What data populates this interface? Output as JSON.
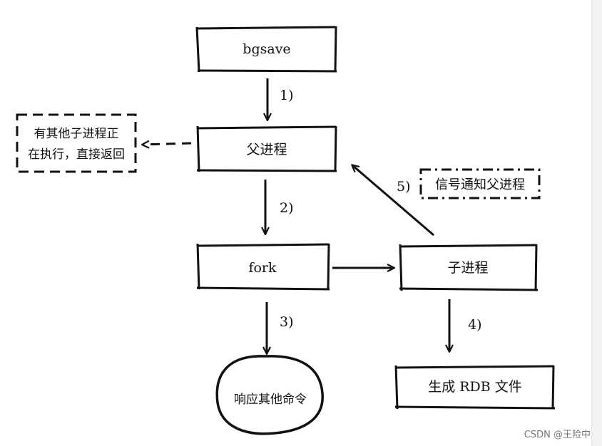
{
  "nodes": {
    "bgsave": "bgsave",
    "parent": "父进程",
    "fork": "fork",
    "child": "子进程",
    "rdb": "生成 RDB 文件",
    "respond": "响应其他命令",
    "other_child_line1": "有其他子进程正",
    "other_child_line2": "在执行，直接返回",
    "signal": "信号通知父进程"
  },
  "steps": {
    "s1": "1)",
    "s2": "2)",
    "s3": "3)",
    "s4": "4)",
    "s5": "5)"
  },
  "watermark": "CSDN @王险中",
  "colors": {
    "stroke": "#111111",
    "background": "#ffffff"
  }
}
